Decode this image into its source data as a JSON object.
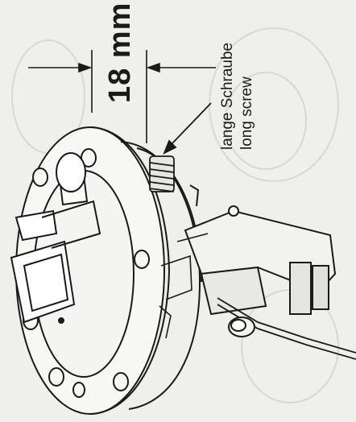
{
  "labels": {
    "dimension": "18 mm",
    "screw_de": "lange Schraube",
    "screw_en": "long screw"
  },
  "colors": {
    "paper": "#efefed",
    "ink": "#1a1a1a",
    "ghost": "#dcdcda"
  }
}
